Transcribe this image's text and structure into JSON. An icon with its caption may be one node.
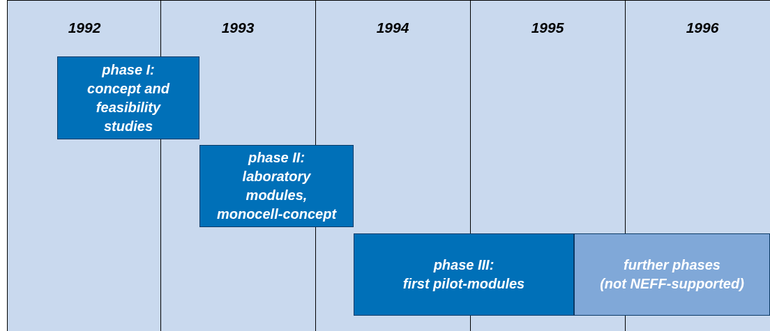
{
  "diagram": {
    "nodes": [
      {
        "text": [
          "phase I:",
          "concept and feasibility studies"
        ]
      },
      {
        "text": [
          "phase II:",
          "laboratory modules, monocell-concept"
        ]
      },
      {
        "text": [
          "phase III:",
          "first pilot-modules"
        ]
      },
      {
        "text": [
          "further phases",
          "(not NEFF-supported)"
        ]
      }
    ],
    "labels": [
      "1992",
      "1993",
      "1994",
      "1995",
      "1996"
    ]
  }
}
